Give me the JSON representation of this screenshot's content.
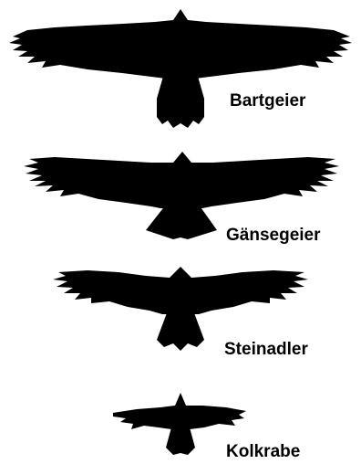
{
  "colors": {
    "silhouette": "#000000",
    "background": "#ffffff",
    "label": "#000000"
  },
  "birds": [
    {
      "name": "Bartgeier",
      "shape": "bearded-vulture-silhouette"
    },
    {
      "name": "Gänsegeier",
      "shape": "griffon-vulture-silhouette"
    },
    {
      "name": "Steinadler",
      "shape": "golden-eagle-silhouette"
    },
    {
      "name": "Kolkrabe",
      "shape": "common-raven-silhouette"
    }
  ]
}
